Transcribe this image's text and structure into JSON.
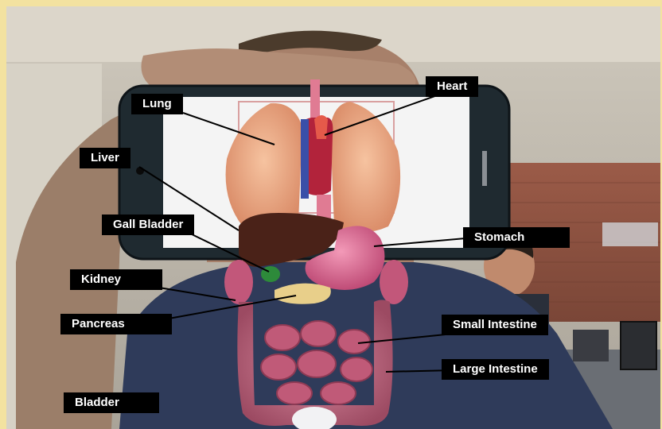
{
  "scene": {
    "description_icon": "augmented-reality-anatomy-icon"
  },
  "labels": {
    "heart": "Heart",
    "lung": "Lung",
    "liver": "Liver",
    "gall_bladder": "Gall Bladder",
    "stomach": "Stomach",
    "kidney": "Kidney",
    "pancreas": "Pancreas",
    "small_intestine": "Small Intestine",
    "large_intestine": "Large Intestine",
    "bladder": "Bladder"
  },
  "colors": {
    "label_bg": "#000000",
    "label_text": "#ffffff",
    "frame_border": "#f3e2a0"
  }
}
